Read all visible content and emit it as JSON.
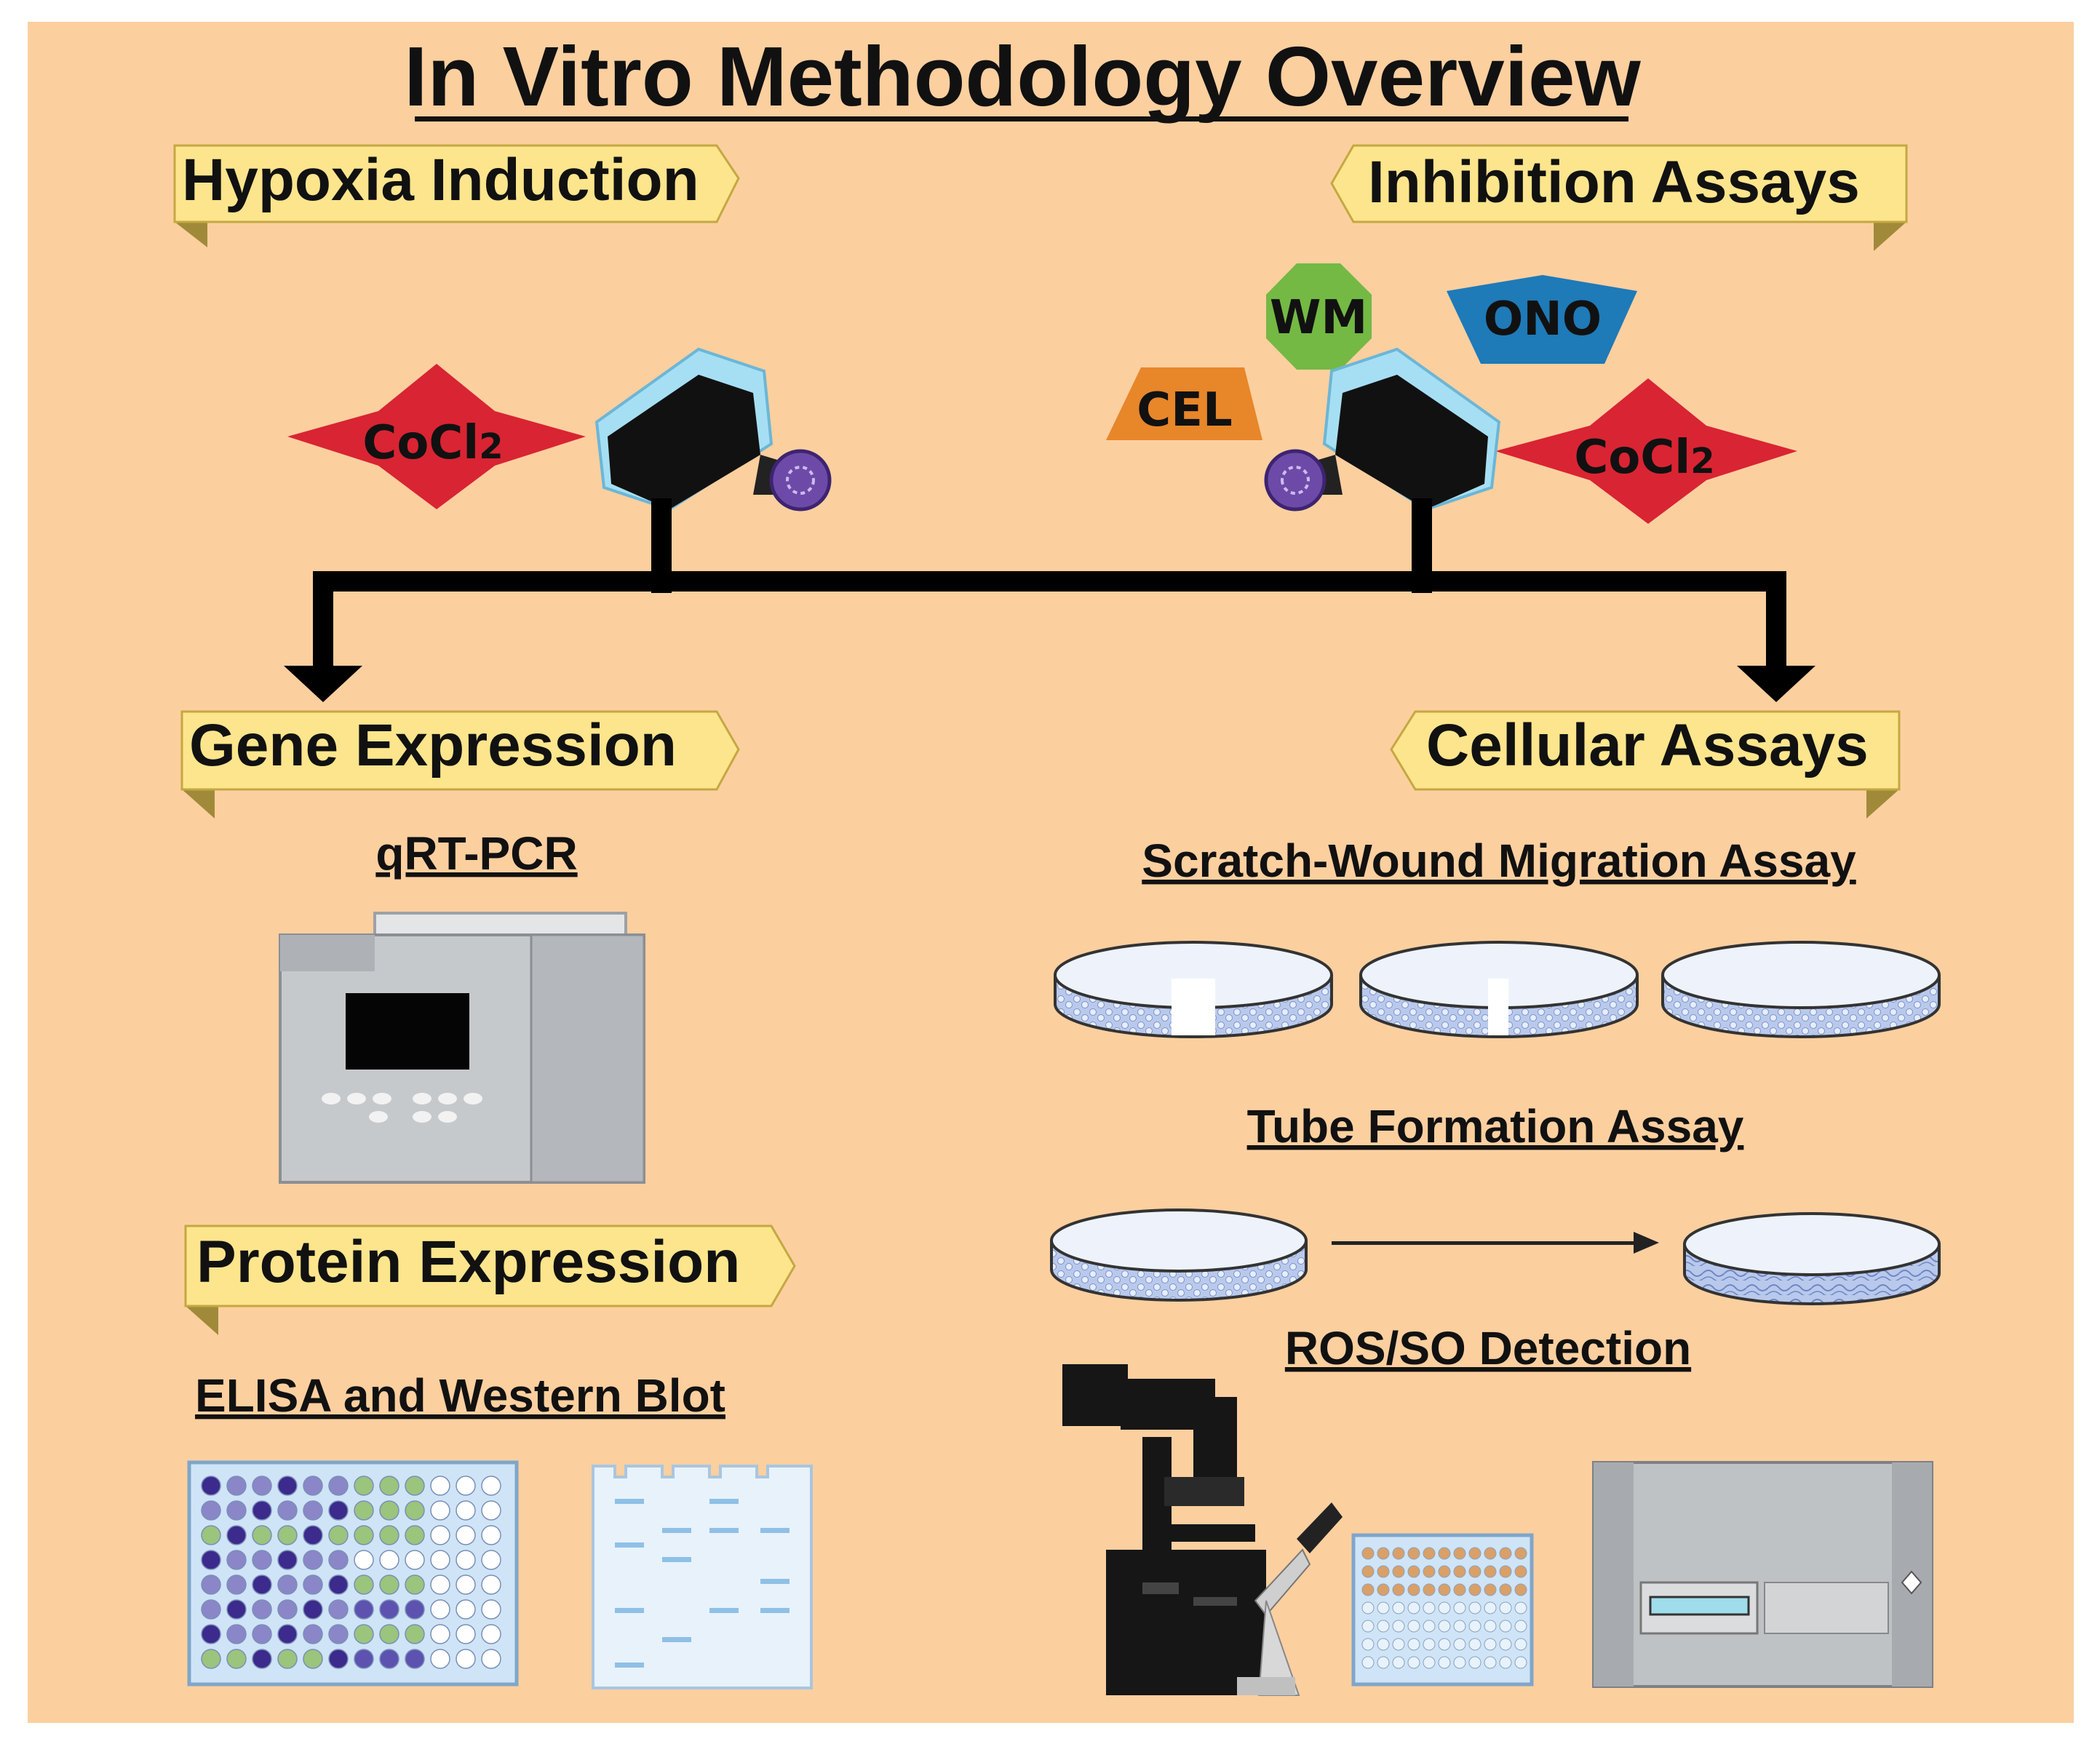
{
  "title": "In Vitro Methodology Overview",
  "banners": {
    "hypoxia": "Hypoxia Induction",
    "inhibition": "Inhibition Assays",
    "gene": "Gene Expression",
    "cellular": "Cellular Assays",
    "protein": "Protein Expression"
  },
  "reagents": {
    "cocl2_left": "CoCl",
    "cocl2_right": "CoCl",
    "cocl2_subscript": "2",
    "wm": "WM",
    "ono": "ONO",
    "cel": "CEL"
  },
  "methods": {
    "qrtpcr": "qRT-PCR",
    "elisa_wb": "ELISA and Western Blot",
    "scratch": "Scratch-Wound Migration Assay",
    "tube": "Tube Formation Assay",
    "ros": "ROS/SO Detection"
  },
  "colors": {
    "background": "#fccf9f",
    "banner": "#fce58c",
    "star": "#d92433",
    "wm": "#74b944",
    "ono": "#1f7ab8",
    "cel": "#e8862a"
  }
}
